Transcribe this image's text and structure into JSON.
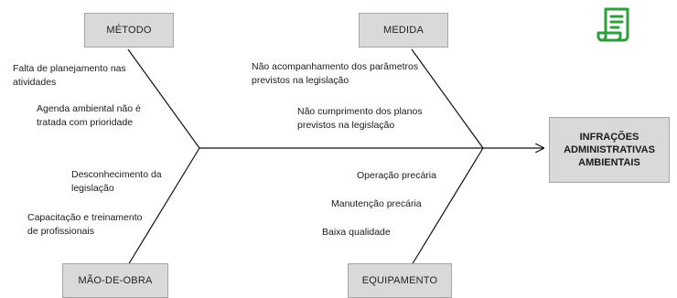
{
  "diagram": {
    "categories": {
      "metodo": "MÉTODO",
      "medida": "MEDIDA",
      "mao_de_obra": "MÃO-DE-OBRA",
      "equipamento": "EQUIPAMENTO"
    },
    "effect": {
      "line1": "INFRAÇÕES",
      "line2": "ADMINISTRATIVAS",
      "line3": "AMBIENTAIS"
    },
    "causes": {
      "metodo": [
        {
          "line1": "Falta de planejamento nas",
          "line2": "atividades"
        },
        {
          "line1": "Agenda ambiental não é",
          "line2": "tratada com prioridade"
        }
      ],
      "medida": [
        {
          "line1": "Não acompanhamento dos parâmetros",
          "line2": "previstos  na legislação"
        },
        {
          "line1": "Não cumprimento dos planos",
          "line2": "previstos na legislação"
        }
      ],
      "mao_de_obra": [
        {
          "line1": "Desconhecimento da",
          "line2": "legislação"
        },
        {
          "line1": "Capacitação e treinamento",
          "line2": "de profissionais"
        }
      ],
      "equipamento": [
        {
          "line1": "Operação precária"
        },
        {
          "line1": "Manutenção precária"
        },
        {
          "line1": "Baixa qualidade"
        }
      ]
    },
    "icon": "document-icon",
    "colors": {
      "box": "#d9d9d9",
      "icon": "#2e9e3e"
    }
  }
}
